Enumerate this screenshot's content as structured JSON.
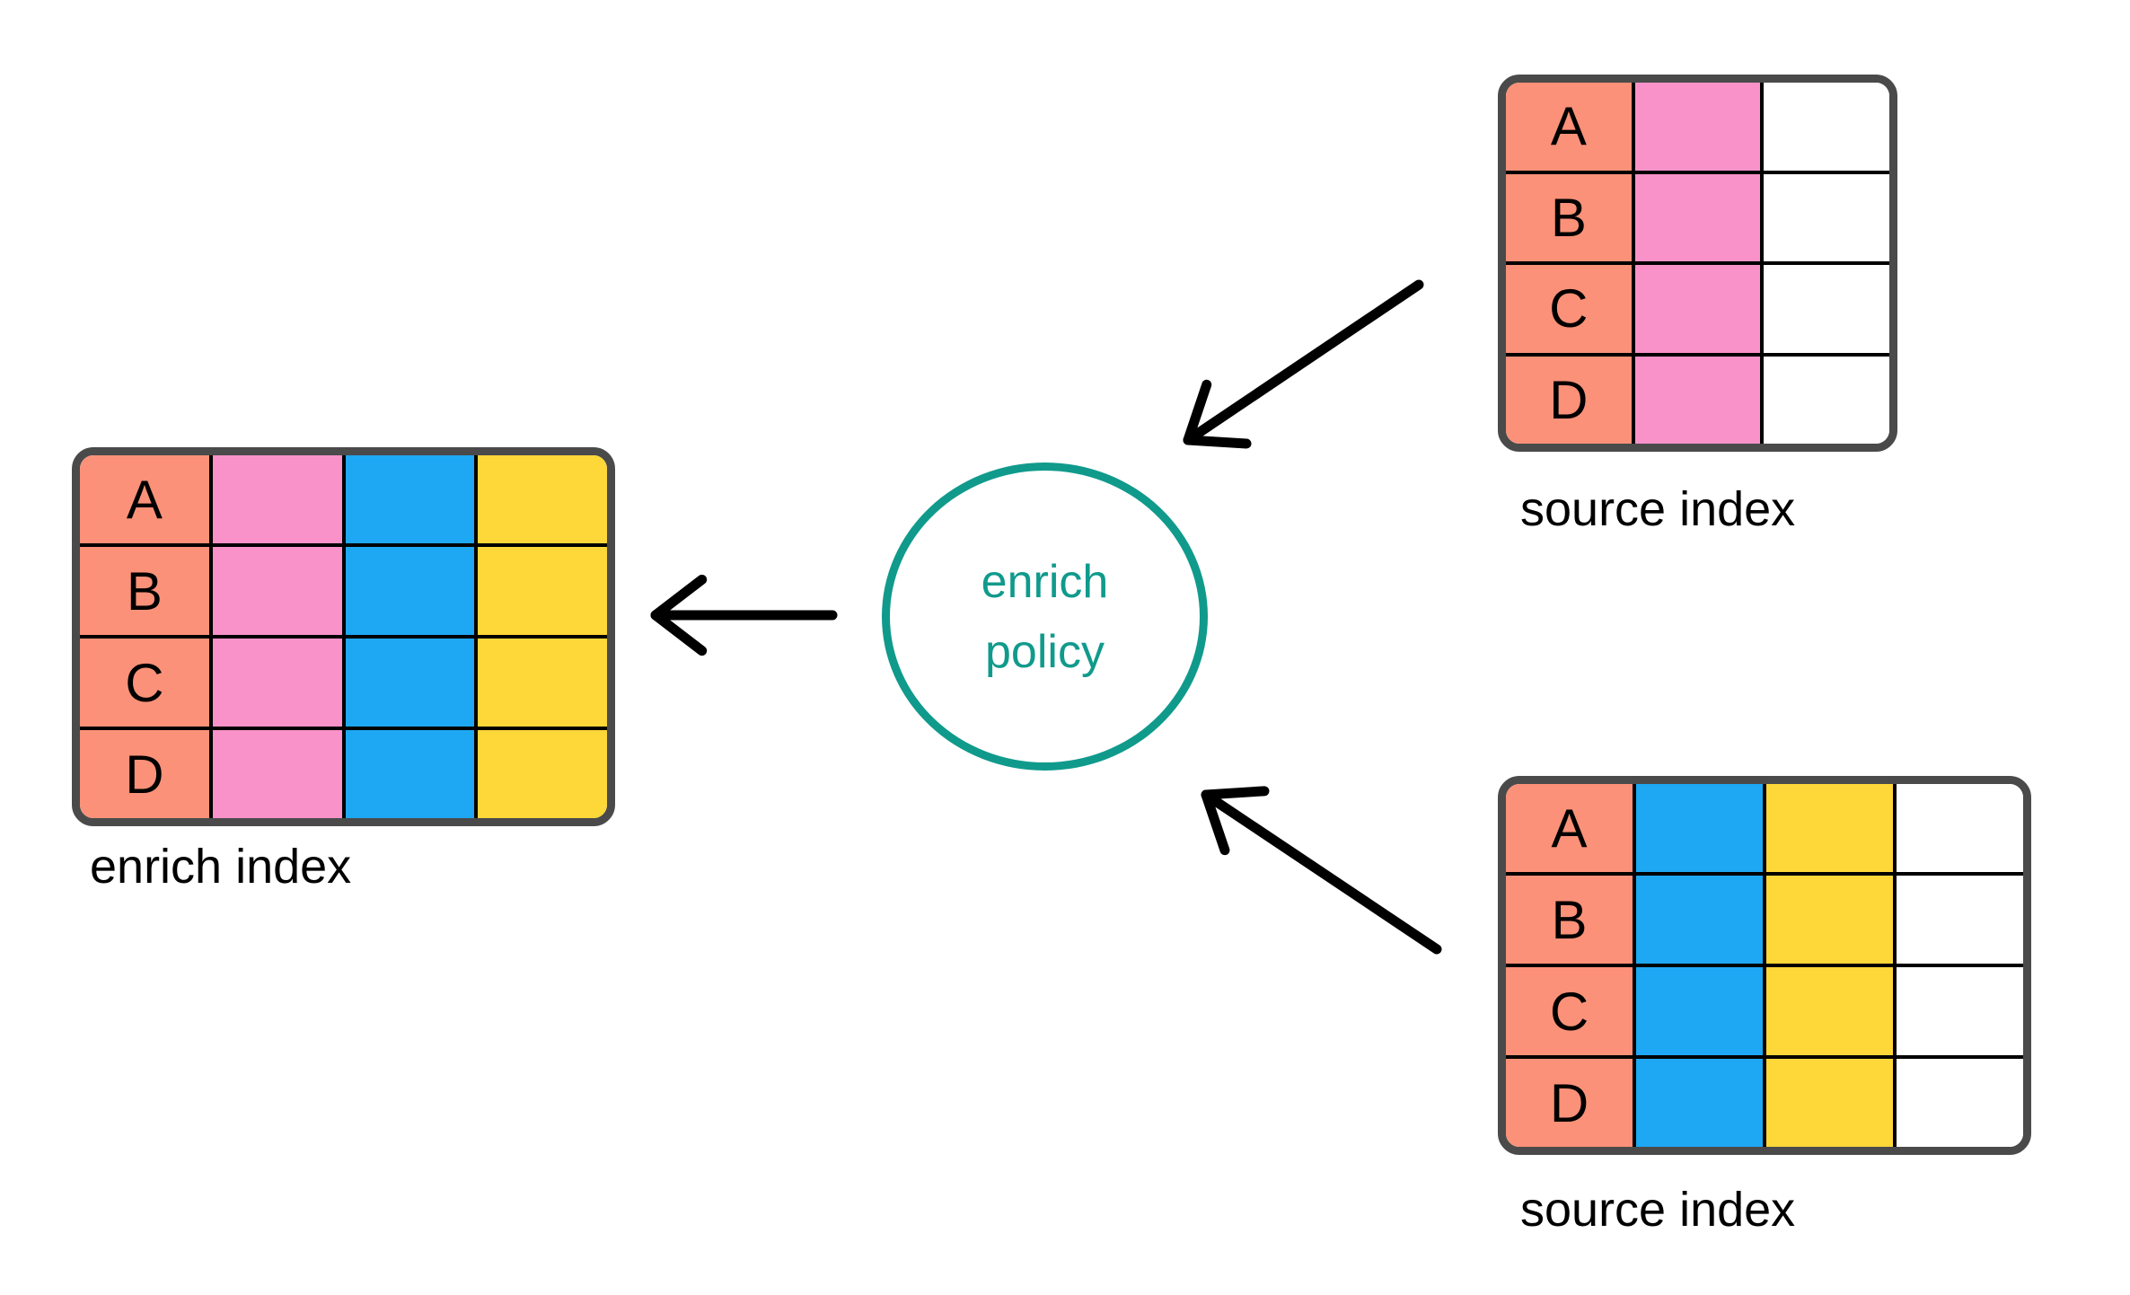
{
  "colors": {
    "salmon": "#FA9178",
    "pink": "#F892C8",
    "blue": "#1EA7F2",
    "yellow": "#FED738",
    "white": "#FFFFFF",
    "table_border": "#4A4A4A",
    "grid_line": "#000000",
    "teal": "#109A8C",
    "arrow": "#000000",
    "text": "#000000"
  },
  "enrich_policy": {
    "line1": "enrich",
    "line2": "policy"
  },
  "tables": {
    "enrich_index": {
      "label": "enrich index",
      "row_labels": [
        "A",
        "B",
        "C",
        "D"
      ],
      "column_colors": [
        "salmon",
        "pink",
        "blue",
        "yellow"
      ]
    },
    "source_top": {
      "label": "source index",
      "row_labels": [
        "A",
        "B",
        "C",
        "D"
      ],
      "column_colors": [
        "salmon",
        "pink",
        "white"
      ]
    },
    "source_bottom": {
      "label": "source index",
      "row_labels": [
        "A",
        "B",
        "C",
        "D"
      ],
      "column_colors": [
        "salmon",
        "blue",
        "yellow",
        "white"
      ]
    }
  }
}
